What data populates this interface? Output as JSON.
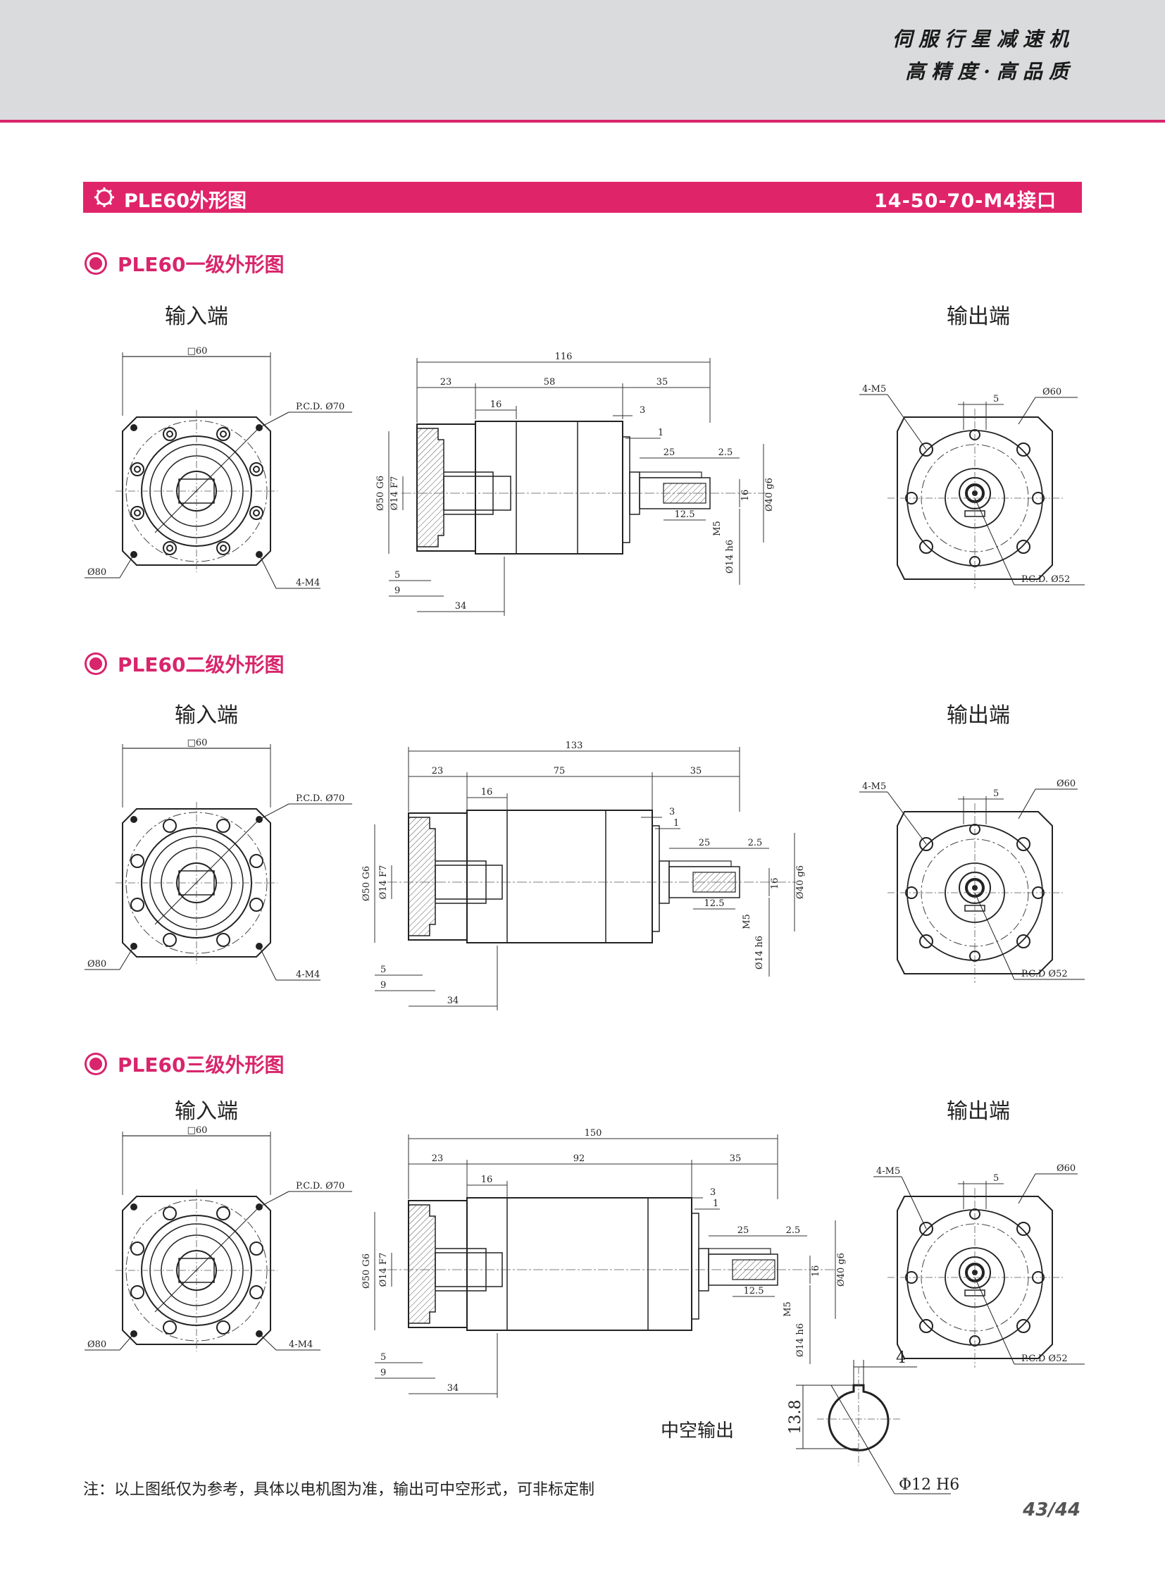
{
  "header": {
    "slogan_line1": "伺服行星减速机",
    "slogan_line2": "高精度·高品质"
  },
  "title_bar": {
    "icon": "gear-icon",
    "left": "PLE60外形图",
    "right": "14-50-70-M4接口"
  },
  "sections": [
    {
      "heading": "PLE60一级外形图",
      "input_label": "输入端",
      "output_label": "输出端",
      "input_view": {
        "square": "□60",
        "pcd": "P.C.D. Ø70",
        "dia": "Ø80",
        "holes": "4-M4"
      },
      "side_view": {
        "total": "116",
        "seg1": "23",
        "seg2": "58",
        "seg3": "35",
        "d16": "16",
        "d3": "3",
        "d1": "1",
        "d25": "25",
        "d2_5": "2.5",
        "phi50": "Ø50 G6",
        "phi14f7": "Ø14 F7",
        "d16v": "16",
        "phi40": "Ø40 g6",
        "d12_5": "12.5",
        "m5": "M5",
        "phi14h6": "Ø14 h6",
        "d5": "5",
        "d9": "9",
        "d34": "34"
      },
      "output_view": {
        "holes": "4-M5",
        "d5": "5",
        "dia": "Ø60",
        "pcd": "P.C.D. Ø52"
      }
    },
    {
      "heading": "PLE60二级外形图",
      "input_label": "输入端",
      "output_label": "输出端",
      "input_view": {
        "square": "□60",
        "pcd": "P.C.D. Ø70",
        "dia": "Ø80",
        "holes": "4-M4"
      },
      "side_view": {
        "total": "133",
        "seg1": "23",
        "seg2": "75",
        "seg3": "35",
        "d16": "16",
        "d3": "3",
        "d1": "1",
        "d25": "25",
        "d2_5": "2.5",
        "phi50": "Ø50 G6",
        "phi14f7": "Ø14 F7",
        "d16v": "16",
        "phi40": "Ø40 g6",
        "d12_5": "12.5",
        "m5": "M5",
        "phi14h6": "Ø14 h6",
        "d5": "5",
        "d9": "9",
        "d34": "34"
      },
      "output_view": {
        "holes": "4-M5",
        "d5": "5",
        "dia": "Ø60",
        "pcd": "P.C.D Ø52"
      }
    },
    {
      "heading": "PLE60三级外形图",
      "input_label": "输入端",
      "output_label": "输出端",
      "input_view": {
        "square": "□60",
        "pcd": "P.C.D. Ø70",
        "dia": "Ø80",
        "holes": "4-M4"
      },
      "side_view": {
        "total": "150",
        "seg1": "23",
        "seg2": "92",
        "seg3": "35",
        "d16": "16",
        "d3": "3",
        "d1": "1",
        "d25": "25",
        "d2_5": "2.5",
        "phi50": "Ø50 G6",
        "phi14f7": "Ø14 F7",
        "d16v": "16",
        "phi40": "Ø40 g6",
        "d12_5": "12.5",
        "m5": "M5",
        "phi14h6": "Ø14 h6",
        "d5": "5",
        "d9": "9",
        "d34": "34"
      },
      "output_view": {
        "holes": "4-M5",
        "d5": "5",
        "dia": "Ø60",
        "pcd": "P.C.D Ø52"
      }
    }
  ],
  "hollow_output": {
    "label": "中空输出",
    "width": "4",
    "height": "13.8",
    "dia": "Φ12 H6"
  },
  "footer": {
    "note": "注：以上图纸仅为参考，具体以电机图为准，输出可中空形式，可非标定制",
    "page": "43/44"
  }
}
